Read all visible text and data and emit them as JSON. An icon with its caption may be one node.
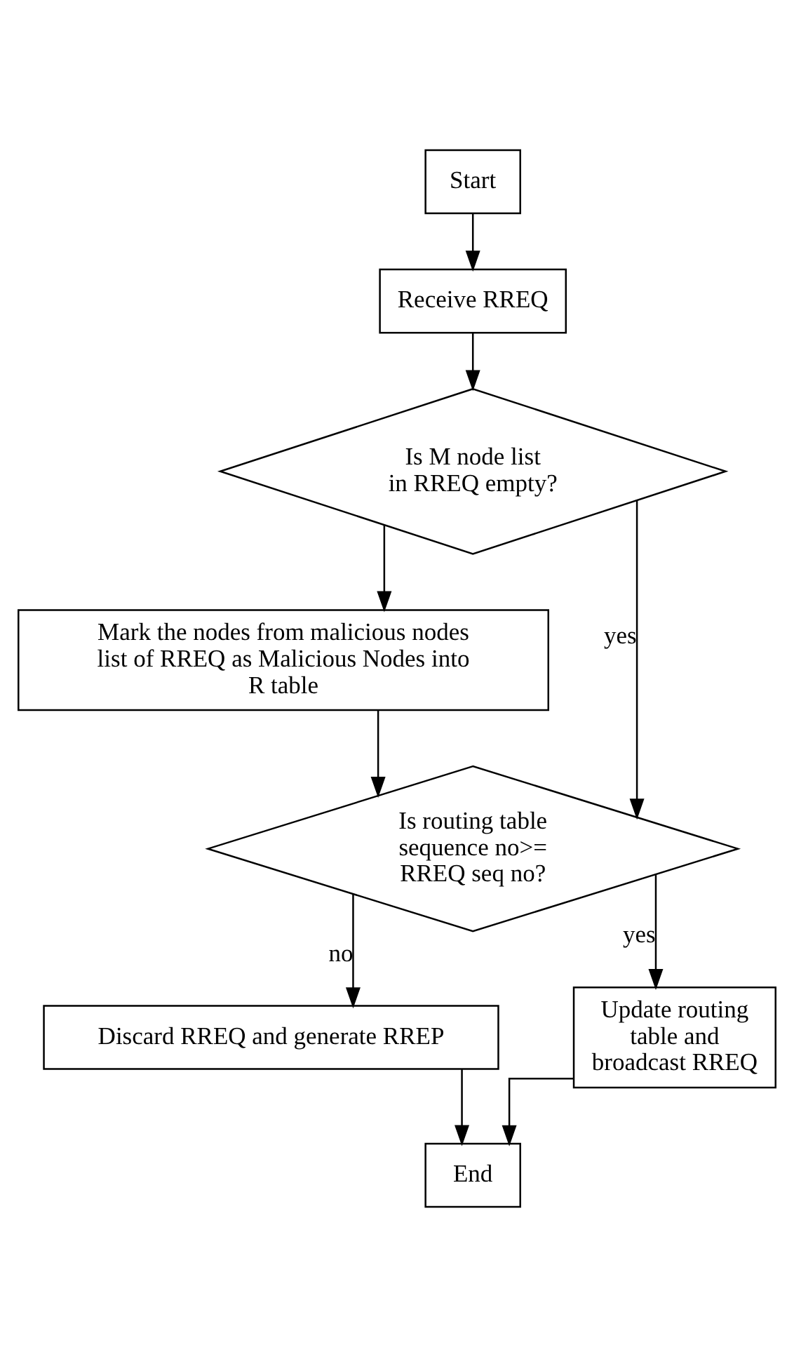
{
  "diagram": {
    "nodes": [
      {
        "text": [
          "Start"
        ]
      },
      {
        "text": [
          "Receive RREQ"
        ]
      },
      {
        "text": [
          "Is M node list in RREQ empty?"
        ]
      },
      {
        "text": [
          "Mark the nodes from malicious nodes list of RREQ as Malicious Nodes into R table"
        ]
      },
      {
        "text": [
          "Is routing table sequence no>= RREQ seq no?"
        ]
      },
      {
        "text": [
          "Discard RREQ and generate RREP"
        ]
      },
      {
        "text": [
          "Update routing table and broadcast RREQ"
        ]
      },
      {
        "text": [
          "End"
        ]
      }
    ],
    "edges": [
      {
        "from": 0,
        "to": 1,
        "arrow": "to"
      },
      {
        "from": 1,
        "to": 2,
        "arrow": "to"
      },
      {
        "from": 2,
        "to": 3,
        "arrow": "to"
      },
      {
        "from": 2,
        "to": 4,
        "arrow": "to",
        "label": "yes"
      },
      {
        "from": 3,
        "to": 4,
        "arrow": "to"
      },
      {
        "from": 4,
        "to": 5,
        "arrow": "to",
        "label": "no"
      },
      {
        "from": 4,
        "to": 6,
        "arrow": "to",
        "label": "yes"
      },
      {
        "from": 5,
        "to": 7,
        "arrow": "to"
      },
      {
        "from": 6,
        "to": 7,
        "arrow": "to"
      }
    ]
  }
}
